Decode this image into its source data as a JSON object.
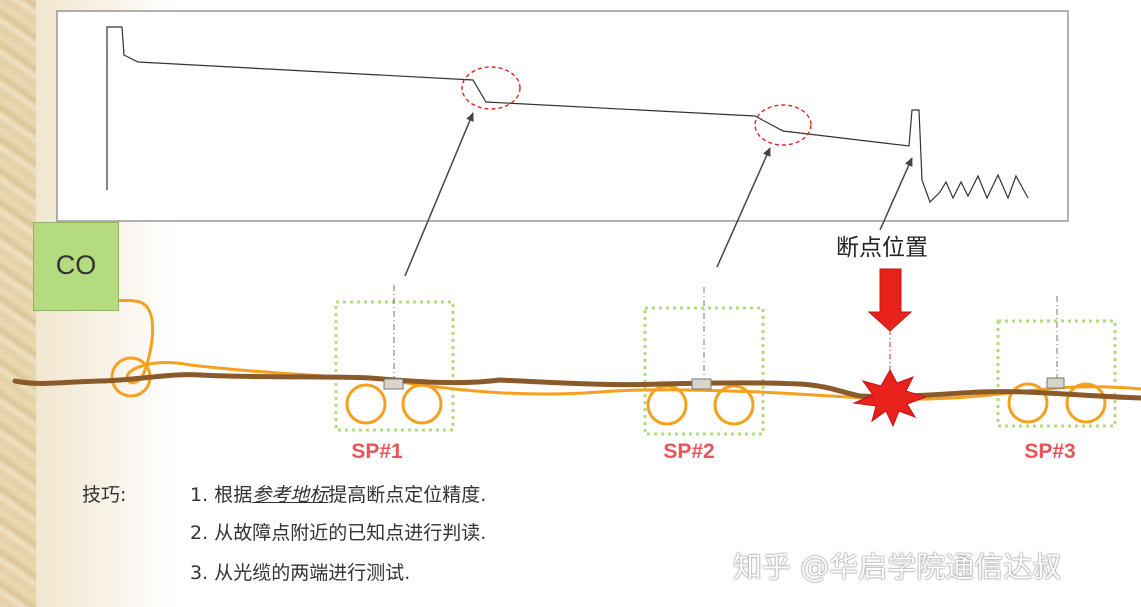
{
  "co_label": "CO",
  "break_label": "断点位置",
  "splice_points": [
    "SP#1",
    "SP#2",
    "SP#3"
  ],
  "tips": {
    "title": "技巧:",
    "items": [
      {
        "num": "1.",
        "pre": "根据",
        "em": "参考地标",
        "post": "提高断点定位精度."
      },
      {
        "num": "2.",
        "pre": "从故障点附近的已知点进行判读.",
        "em": "",
        "post": ""
      },
      {
        "num": "3.",
        "pre": "从光缆的两端进行测试.",
        "em": "",
        "post": ""
      }
    ]
  },
  "watermark": "知乎 @华启学院通信达叔",
  "colors": {
    "co_box": "#b4dc7f",
    "fiber": "#f5a01e",
    "cable": "#8b5a2b",
    "splice_box_border": "#b4dc7f",
    "sp_label": "#e8545a",
    "break_marker": "#e8211d",
    "event_circle": "#e8211d"
  }
}
